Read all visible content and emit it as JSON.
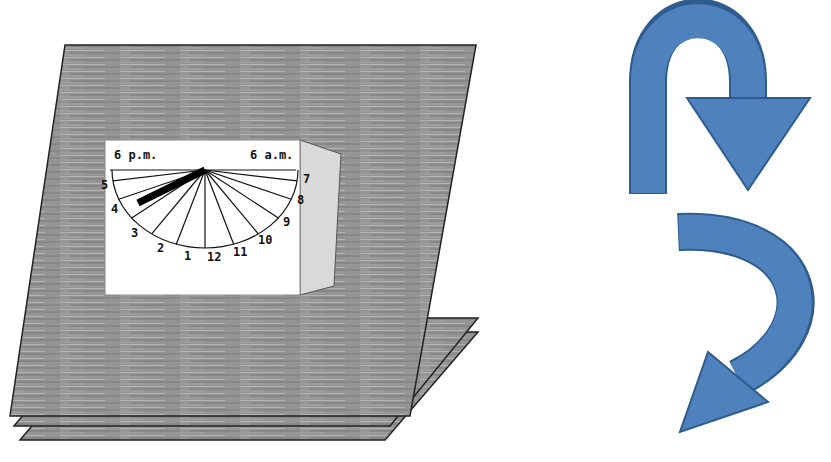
{
  "diagram": {
    "labels": [
      "6 p.m.",
      "6 a.m.",
      "5",
      "4",
      "3",
      "2",
      "1",
      "12",
      "11",
      "10",
      "9",
      "8",
      "7"
    ]
  }
}
